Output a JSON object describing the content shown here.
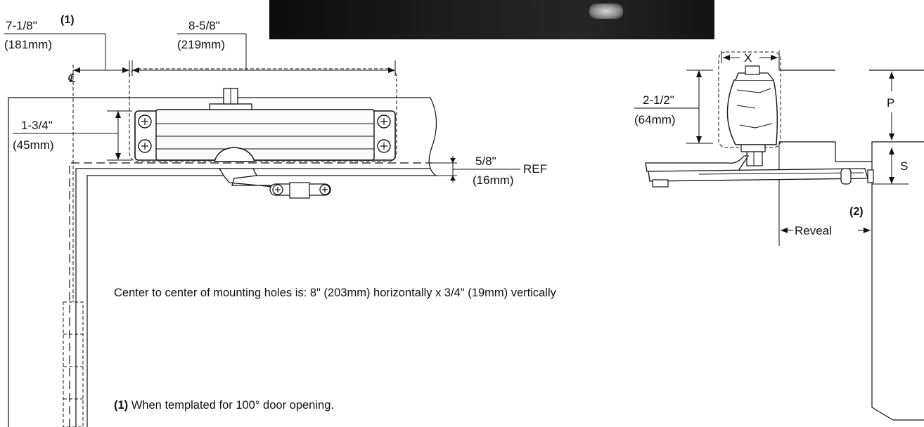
{
  "front_view": {
    "dim_offset": {
      "value": "7-1/8\"",
      "note_ref": "(1)",
      "metric": "(181mm)"
    },
    "dim_width": {
      "value": "8-5/8\"",
      "metric": "(219mm)"
    },
    "dim_height": {
      "value": "1-3/4\"",
      "metric": "(45mm)"
    },
    "dim_ref": {
      "value": "5/8\"",
      "metric": "(16mm)",
      "suffix": "REF"
    },
    "centerline_symbol": "℄"
  },
  "side_view": {
    "dim_x": "X",
    "dim_height": {
      "value": "2-1/2\"",
      "metric": "(64mm)"
    },
    "dim_p": "P",
    "dim_s": "S",
    "reveal_ref": "(2)",
    "reveal_label": "Reveal"
  },
  "notes": {
    "mounting_holes": "Center to center of mounting holes is: 8\" (203mm) horizontally x 3/4\" (19mm) vertically",
    "footnote_marker": "(1)",
    "footnote_text": " When templated for 100° door opening."
  }
}
